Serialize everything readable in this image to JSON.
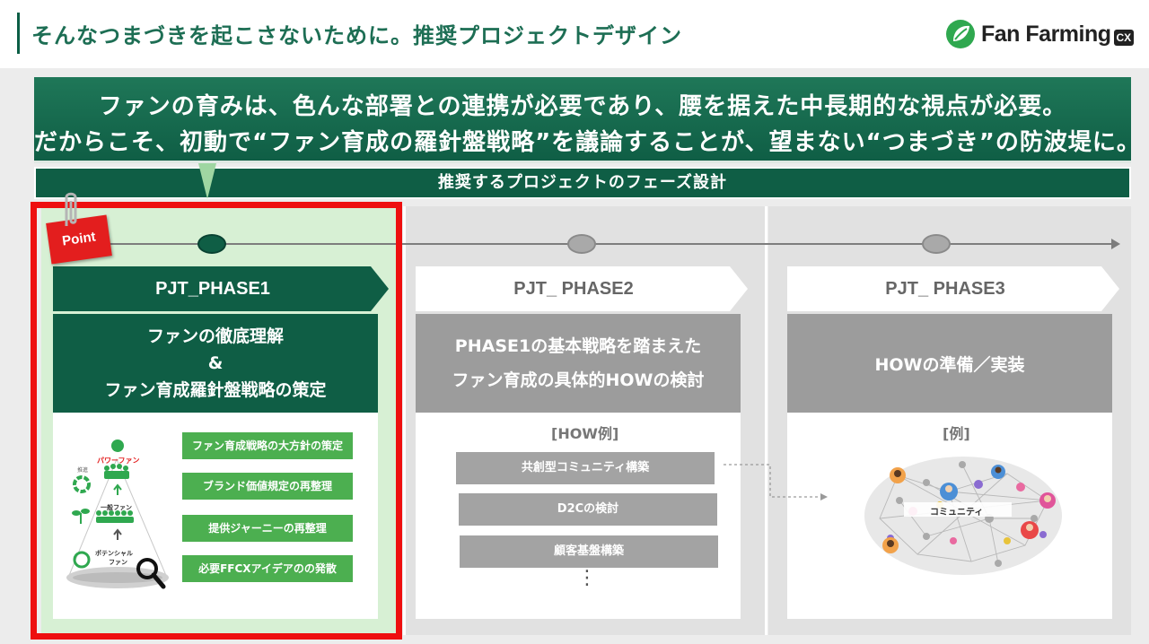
{
  "header": {
    "title": "そんなつまづきを起こさないために。推奨プロジェクトデザイン",
    "logo_text": "Fan Farming",
    "logo_badge": "CX"
  },
  "banner": {
    "line1": "ファンの育みは、色んな部署との連携が必要であり、腰を据えた中長期的な視点が必要。",
    "line2": "だからこそ、初動で“ファン育成の羅針盤戦略”を議論することが、望まない“つまづき”の防波堤に。"
  },
  "phase_strip": "推奨するプロジェクトのフェーズ設計",
  "point_tag": "Point",
  "phases": [
    {
      "name": "PJT_PHASE1",
      "heading_lines": [
        "ファンの徹底理解",
        "&",
        "ファン育成羅針盤戦略の策定"
      ],
      "pyramid": {
        "top_small_label": "推進",
        "top_label": "パワーファン",
        "mid_label": "一般ファン",
        "bottom_label_1": "ポテンシャル",
        "bottom_label_2": "ファン"
      },
      "items": [
        "ファン育成戦略の大方針の策定",
        "ブランド価値規定の再整理",
        "提供ジャーニーの再整理",
        "必要FFCXアイデアのの発散"
      ]
    },
    {
      "name": "PJT_ PHASE2",
      "heading_lines": [
        "PHASE1の基本戦略を踏まえた",
        "ファン育成の具体的HOWの検討"
      ],
      "example_label": "[HOW例]",
      "items": [
        "共創型コミュニティ構築",
        "D2Cの検討",
        "顧客基盤構築"
      ],
      "more": "⋮"
    },
    {
      "name": "PJT_ PHASE3",
      "heading_lines": [
        "HOWの準備／実装"
      ],
      "example_label": "[例]",
      "community_label": "コミュニティ"
    }
  ],
  "colors": {
    "brand_green": "#0f5e45",
    "light_green": "#d7f0d4",
    "button_green": "#4caf50",
    "highlight_red": "#ee0f0f",
    "gray": "#9c9c9c"
  }
}
